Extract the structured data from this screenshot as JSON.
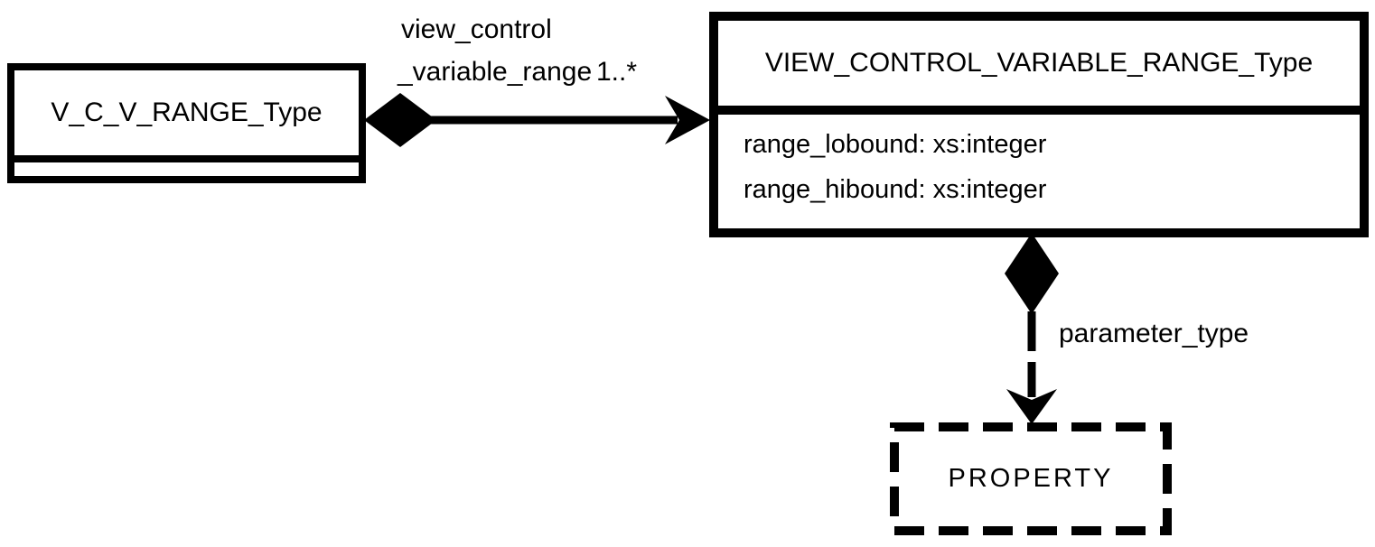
{
  "diagram": {
    "background": "#ffffff",
    "stroke_color": "#000000",
    "classes": {
      "vcv_range": {
        "name": "V_C_V_RANGE_Type"
      },
      "view_control_variable_range_type": {
        "name": "VIEW_CONTROL_VARIABLE_RANGE_Type",
        "attributes": [
          "range_lobound: xs:integer",
          "range_hibound: xs:integer"
        ]
      },
      "property": {
        "name": "PROPERTY"
      }
    },
    "relations": {
      "view_control_variable_range": {
        "label_line1": "view_control",
        "label_line2": "_variable_range",
        "multiplicity": "1..*",
        "kind": "composition"
      },
      "parameter_type": {
        "label": "parameter_type",
        "kind": "composition"
      }
    }
  }
}
